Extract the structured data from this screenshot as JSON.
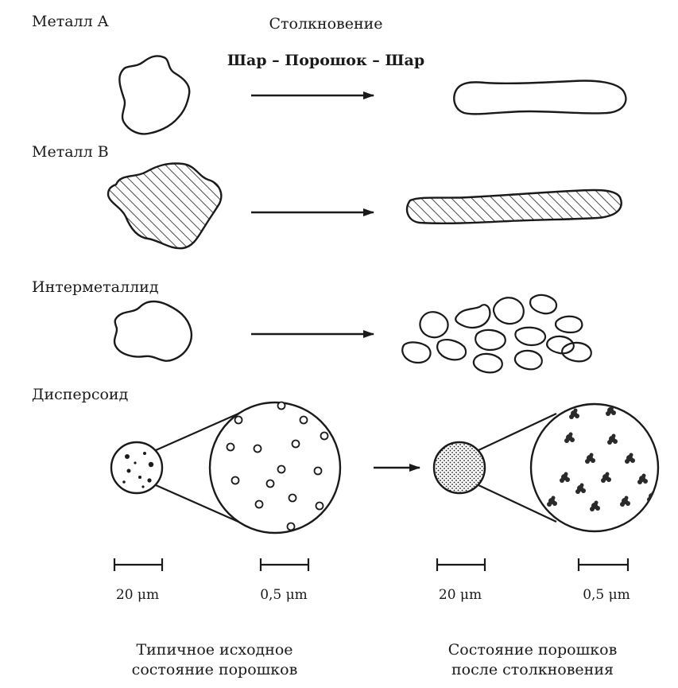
{
  "header": {
    "line1": "Столкновение",
    "line2": "Шар – Порошок – Шар"
  },
  "rows": {
    "metal_a": "Металл A",
    "metal_b": "Металл B",
    "intermetallic": "Интерметаллид",
    "dispersoid": "Дисперсоид"
  },
  "scales": {
    "s1": "20 μm",
    "s2": "0,5 μm",
    "s3": "20 μm",
    "s4": "0,5 μm"
  },
  "captions": {
    "left_line1": "Типичное исходное",
    "left_line2": "состояние порошков",
    "right_line1": "Состояние порошков",
    "right_line2": "после столкновения"
  }
}
